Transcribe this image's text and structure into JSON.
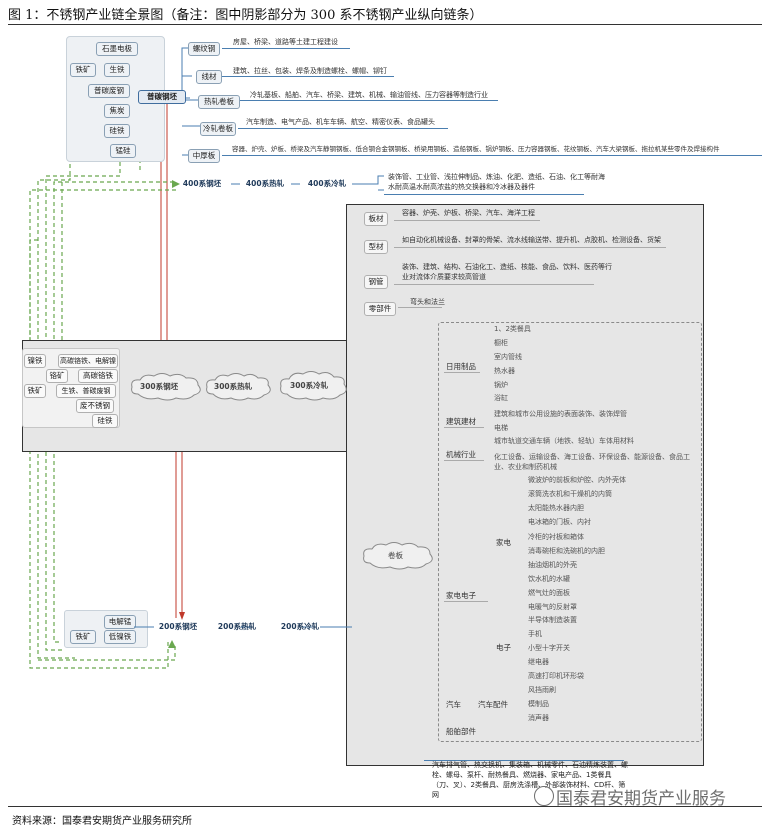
{
  "caption": "图 1：不锈钢产业链全景图（备注：图中阴影部分为 300 系不锈钢产业纵向链条）",
  "source": "资料来源：国泰君安期货产业服务研究所",
  "watermark": "国泰君安期货产业服务",
  "top": {
    "raw_materials": [
      "石墨电极",
      "铁矿",
      "生铁",
      "普碳废钢",
      "焦炭",
      "硅铁",
      "锰硅"
    ],
    "center": "普碳钢坯",
    "products": [
      {
        "name": "螺纹钢",
        "use": "房屋、桥梁、道路等土建工程建设"
      },
      {
        "name": "线材",
        "use": "建筑、拉丝、包装、焊条及制造螺栓、螺帽、铆钉"
      },
      {
        "name": "热轧卷板",
        "use": "冷轧基板、船舶、汽车、桥梁、建筑、机械、输油管线、压力容器等制造行业"
      },
      {
        "name": "冷轧卷板",
        "use": "汽车制造、电气产品、机车车辆、航空、精密仪表、食品罐头"
      },
      {
        "name": "中厚板",
        "use": "容器、炉壳、炉板、桥梁及汽车静钢钢板、低合钢合金钢钢板、桥梁用钢板、造船钢板、锅炉钢板、压力容器钢板、花纹钢板、汽车大梁钢板、拖拉机某些零件及焊接构件"
      }
    ]
  },
  "s400": {
    "chain": [
      "400系钢坯",
      "400系热轧",
      "400系冷轧"
    ],
    "use": "装饰管、工业管、浅拉伸制品、炼油、化肥、造纸、石油、化工等耐海水耐高温水耐高浓盐的热交换器和冷冰器及器件"
  },
  "s300": {
    "raw_materials": [
      "镍铁",
      "高碳铬铁",
      "电解镍",
      "铬矿",
      "高碳铬铁",
      "铁矿",
      "生铁",
      "普碳废钢",
      "废不锈钢",
      "硅铁"
    ],
    "chain": [
      "300系钢坯",
      "300系热轧",
      "300系冷轧"
    ],
    "categories": [
      {
        "name": "板材",
        "use": "容器、炉壳、炉板、桥梁、汽车、海洋工程"
      },
      {
        "name": "型材",
        "use": "如自动化机械设备、封罩的骨架、流水线输送带、提升机、点胶机、检测设备、货架"
      },
      {
        "name": "钢管",
        "use": "装饰、建筑、结构、石油化工、造纸、核能、食品、饮料、医药等行业对流体介质要求较高管道"
      },
      {
        "name": "零部件",
        "use": "弯头和法兰"
      }
    ],
    "coil": "卷板",
    "daily": {
      "name": "日用制品",
      "items": [
        "1、2类餐具",
        "橱柜",
        "室内管线",
        "热水器",
        "锅炉",
        "浴缸"
      ]
    },
    "building": {
      "name": "建筑建材",
      "items": [
        "建筑和城市公用设施的表面装饰、装饰焊管",
        "电梯"
      ]
    },
    "machinery": {
      "name": "机械行业",
      "items": [
        "城市轨道交通车辆（地铁、轻轨）车体用材料",
        "化工设备、运输设备、海工设备、环保设备、能源设备、食品工业、农业和制药机械"
      ]
    },
    "appliance": {
      "name": "家电电子",
      "home": "家电",
      "home_items": [
        "微波炉的前板和炉腔、内外壳体",
        "滚筒洗衣机和干燥机的内筒",
        "太阳能热水器内胆",
        "电冰箱的门板、内衬",
        "冷柜的衬板和箱体",
        "消毒碗柜和洗碗机的内胆",
        "抽油烟机的外壳",
        "饮水机的水罐",
        "燃气灶的面板",
        "电暖气的反射罩"
      ],
      "electronics": "电子",
      "elec_items": [
        "半导体制造装置",
        "手机",
        "小型十字开关",
        "继电器",
        "高速打印机环形袋"
      ]
    },
    "auto": {
      "name": "汽车",
      "sub": "汽车配件",
      "items": [
        "风挡雨刷",
        "模制品",
        "消声器"
      ]
    },
    "ship": "船舶部件",
    "bottom_use": "汽车排气管、热交换机、集装箱、机械零件、石油精炼装置、螺栓、螺母、泵杆、耐热餐具、燃烧器、家电产品、1类餐具（刀、叉）、2类餐具、厨房洗涤槽、外部装饰材料、CD杆、筛网"
  },
  "s200": {
    "raw_materials": [
      "电解锰",
      "铁矿",
      "低镍铁"
    ],
    "chain": [
      "200系钢坯",
      "200系热轧",
      "200系冷轧"
    ]
  }
}
